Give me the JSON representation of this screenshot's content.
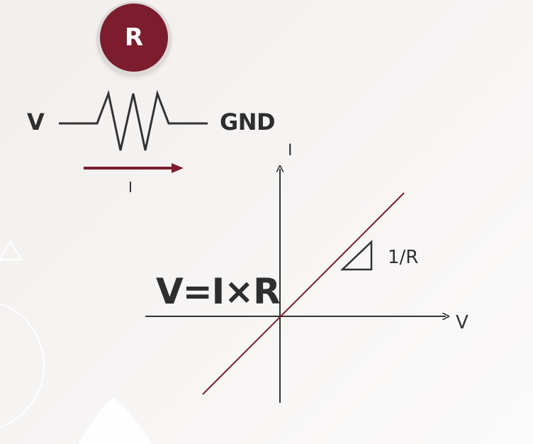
{
  "badge": {
    "letter": "R",
    "color": "#7b1d2d"
  },
  "circuit": {
    "left_label": "V",
    "right_label": "GND",
    "current_label": "I",
    "current_arrow_color": "#7b1d2d",
    "wire_color": "#333333"
  },
  "graph": {
    "y_axis_label": "I",
    "x_axis_label": "V",
    "slope_label": "1/R",
    "line_color": "#7b1d2d",
    "axis_color": "#333333"
  },
  "formula": "V=I×R"
}
